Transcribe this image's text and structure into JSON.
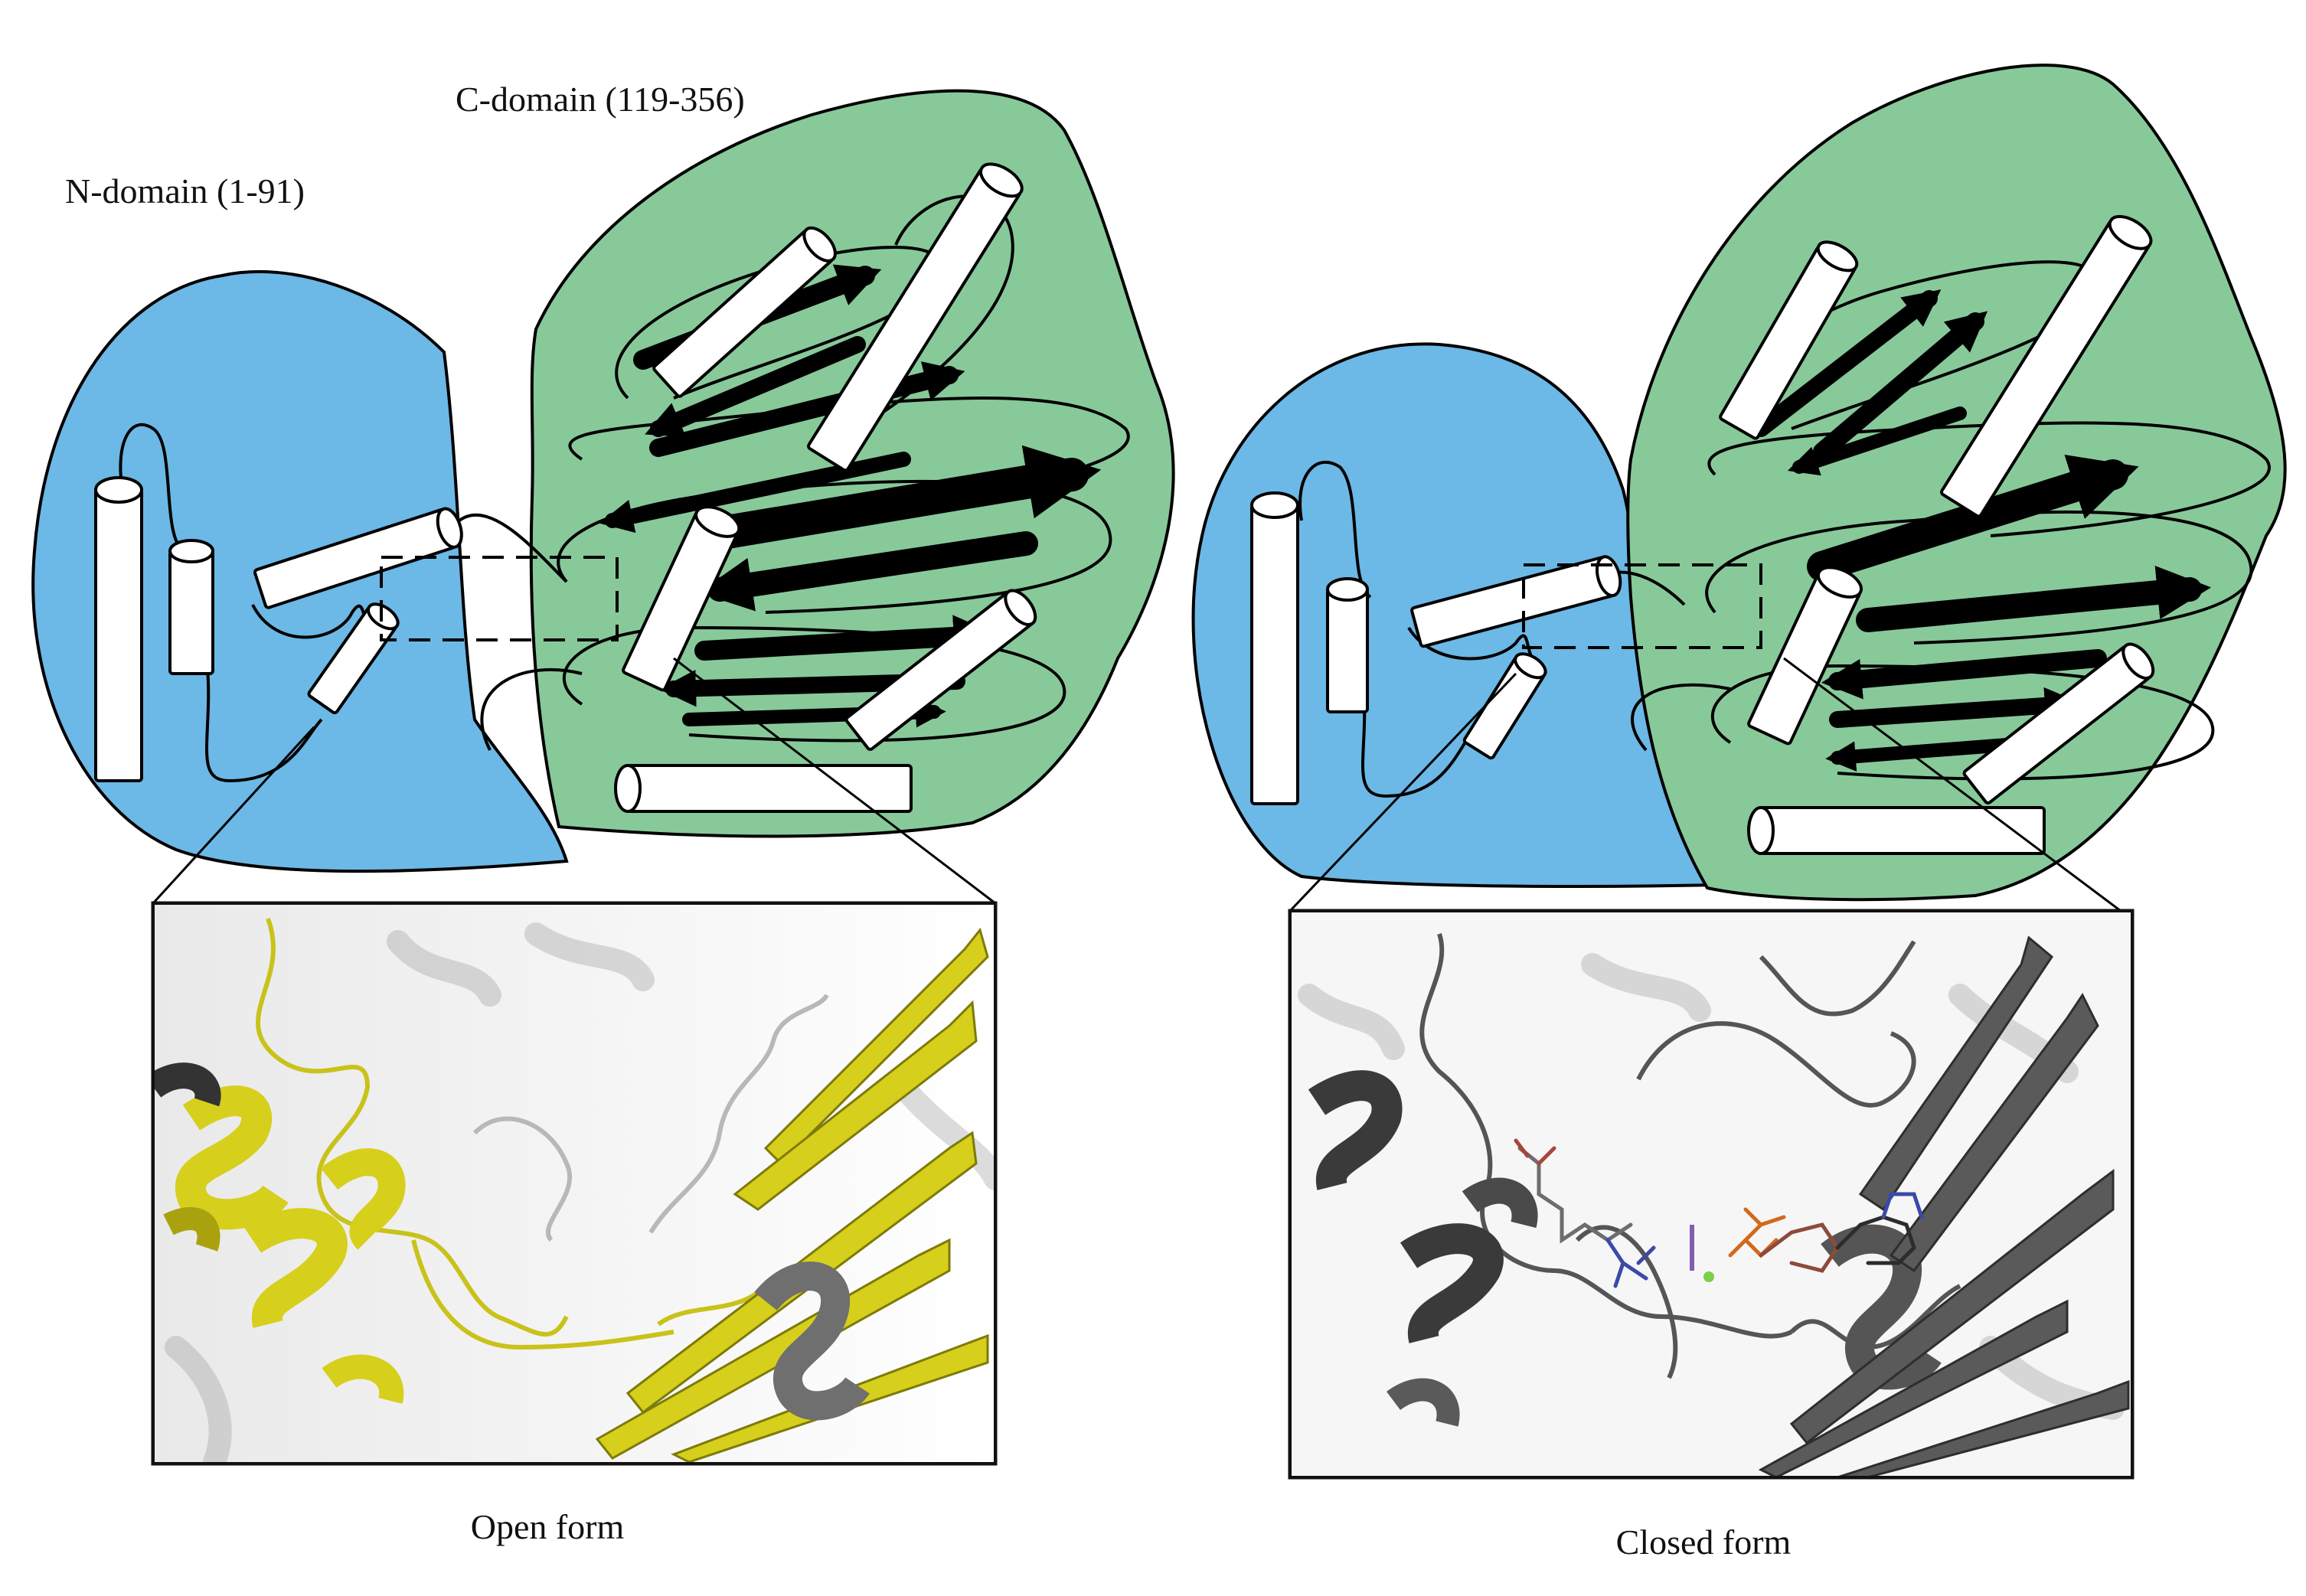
{
  "labels": {
    "c_domain": "C-domain (119-356)",
    "n_domain": "N-domain (1-91)",
    "open_form": "Open form",
    "closed_form": "Closed form"
  },
  "colors": {
    "n_domain_fill": "#6cb8e6",
    "c_domain_fill": "#88c99a",
    "open_ribbon": "#d6cf1c",
    "open_ribbon_dark": "#a9a20e",
    "closed_ribbon": "#5a5a5a",
    "closed_ribbon_dark": "#333333",
    "ligand_phosphate": "#d2691e",
    "ligand_nitrogen": "#3b4aa8",
    "magnesium": "#7ccf4a"
  }
}
